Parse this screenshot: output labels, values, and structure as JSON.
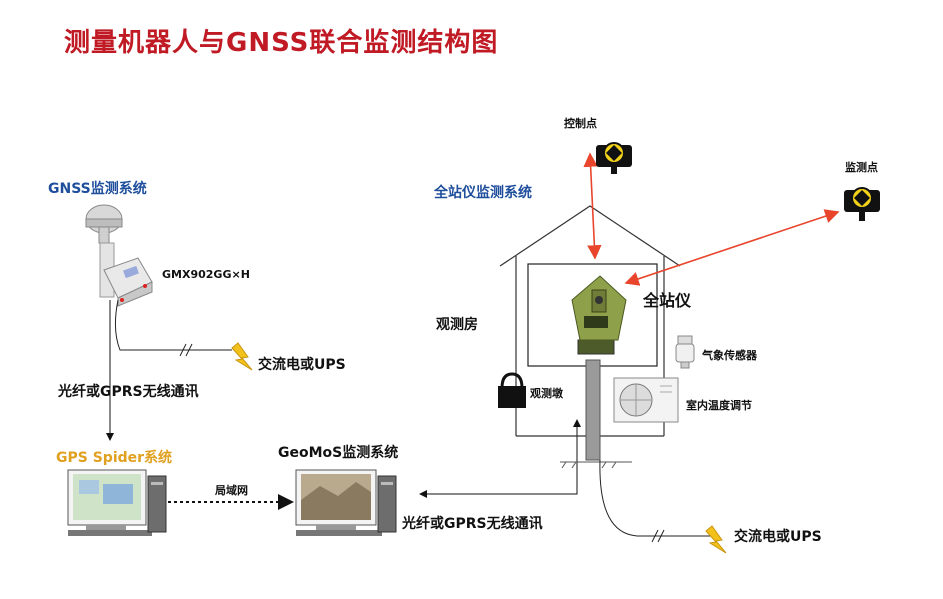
{
  "title": "测量机器人与GNSS联合监测结构图",
  "labels": {
    "gnss_system": "GNSS监测系统",
    "receiver_model": "GMX902GG×H",
    "power_left": "交流电或UPS",
    "comm_left": "光纤或GPRS无线通讯",
    "gps_spider": "GPS Spider系统",
    "lan": "局域网",
    "geomos": "GeoMoS监测系统",
    "comm_bottom": "光纤或GPRS无线通讯",
    "control_point": "控制点",
    "monitor_point": "监测点",
    "total_station_system": "全站仪监测系统",
    "observation_house": "观测房",
    "total_station": "全站仪",
    "weather_sensor": "气象传感器",
    "pier": "观测墩",
    "temperature_control": "室内温度调节",
    "power_right": "交流电或UPS"
  },
  "colors": {
    "title": "#c01a24",
    "system_blue": "#1f4e9c",
    "spider_orange": "#e0a020",
    "arrow_red": "#e8452c",
    "line": "#111111",
    "bolt": "#f2c21a"
  },
  "icons": [
    "gnss-antenna-icon",
    "receiver-icon",
    "lightning-icon",
    "computer-icon",
    "prism-icon",
    "total-station-icon",
    "padlock-icon",
    "weather-sensor-icon",
    "air-conditioner-icon"
  ]
}
